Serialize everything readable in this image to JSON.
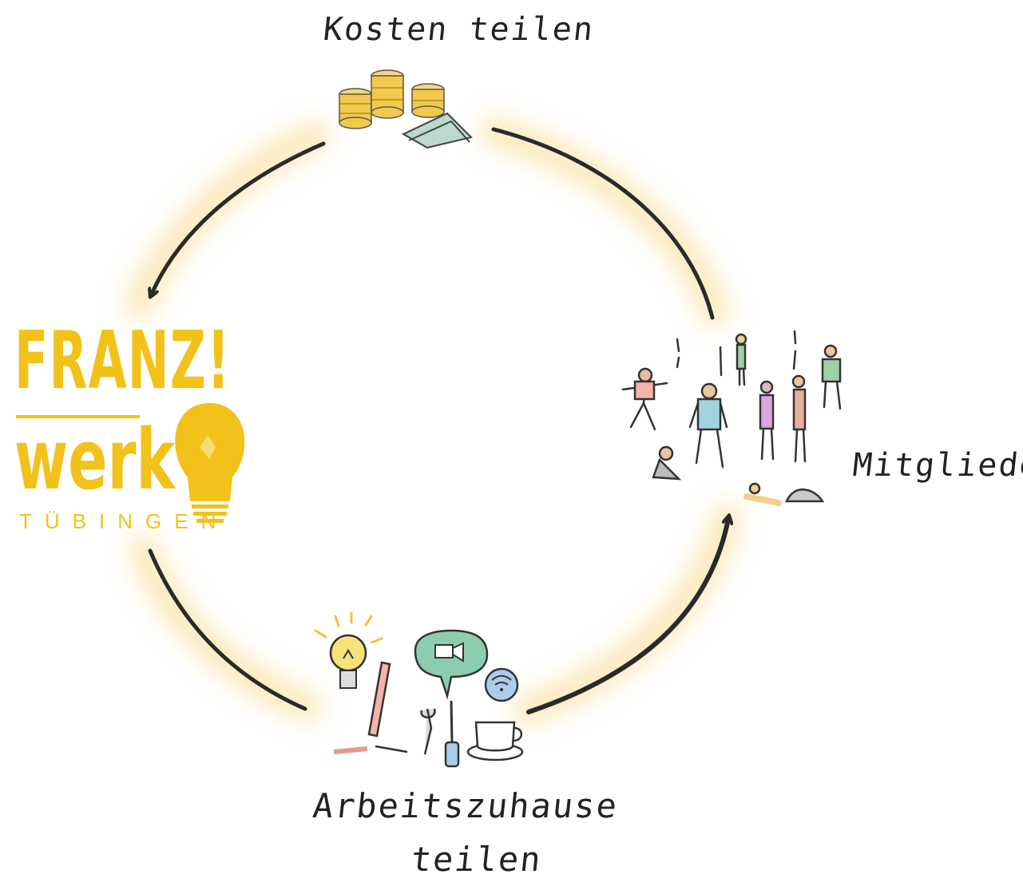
{
  "stations": {
    "kosten": "Kosten teilen",
    "mitglieder": "Mitglieder",
    "arbeit_line1": "Arbeitszuhause",
    "arbeit_line2": "teilen"
  },
  "logo": {
    "line1": "FRANZ!",
    "line2": "werk",
    "line3": "TÜBINGEN"
  },
  "icons": [
    "coins-icon",
    "cash-icon",
    "people-group-icon",
    "lightbulb-icon",
    "computer-icon",
    "video-call-icon",
    "wifi-icon",
    "tools-icon",
    "coffee-cup-icon",
    "cycle-arrow-icon"
  ],
  "colors": {
    "glow": "#fbe3a3",
    "logo": "#f2c21a",
    "arrow": "#2a2a2a",
    "ink": "#222222"
  }
}
